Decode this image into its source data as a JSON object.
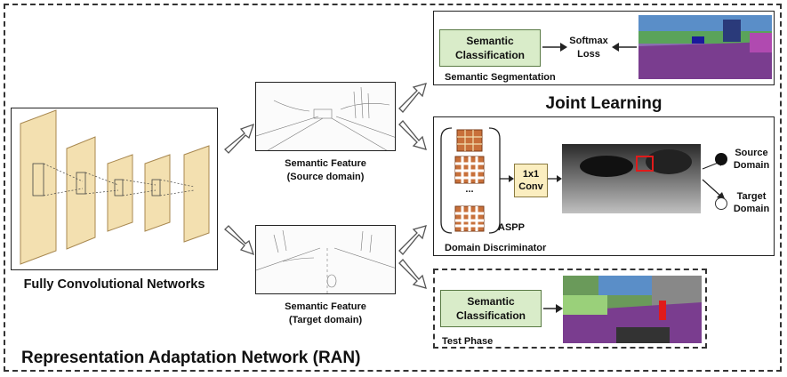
{
  "title": "Representation Adaptation Network (RAN)",
  "fcn_label": "Fully Convolutional Networks",
  "feature_source": [
    "Semantic Feature",
    "(Source domain)"
  ],
  "feature_target": [
    "Semantic Feature",
    "(Target domain)"
  ],
  "joint_learning": "Joint Learning",
  "seg_panel": {
    "classifier": [
      "Semantic",
      "Classification"
    ],
    "loss": [
      "Softmax",
      "Loss"
    ],
    "caption": "Semantic Segmentation"
  },
  "disc_panel": {
    "aspp": "ASPP",
    "ellipsis": "...",
    "conv": [
      "1x1",
      "Conv"
    ],
    "source": [
      "Source",
      "Domain"
    ],
    "target": [
      "Target",
      "Domain"
    ],
    "caption": "Domain Discriminator"
  },
  "test_panel": {
    "classifier": [
      "Semantic",
      "Classification"
    ],
    "caption": "Test Phase"
  },
  "colors": {
    "layer_fill": "#f3e0b0",
    "layer_edge": "#a88850",
    "green_box": "#d9ecc9",
    "conv_box": "#fbeec0",
    "aspp_orange": "#c8703a",
    "road_purple": "#7a3d8f",
    "red_mark": "#e01b1b"
  }
}
